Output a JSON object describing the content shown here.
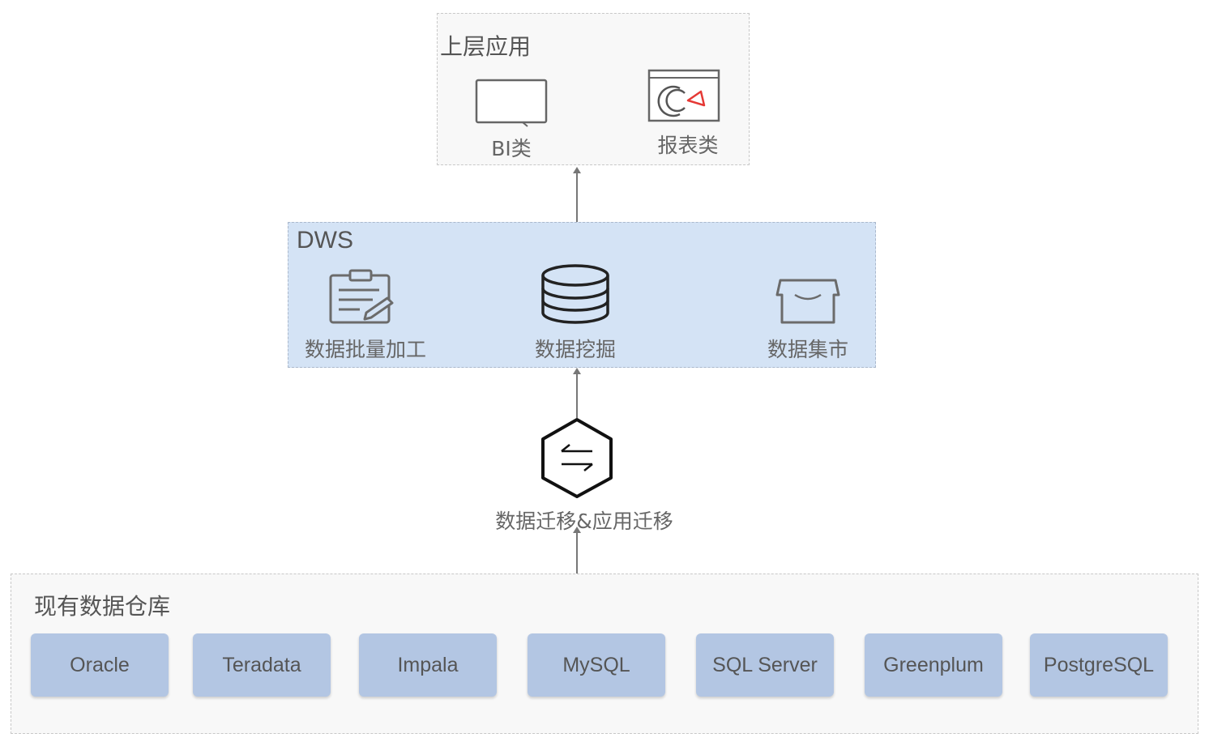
{
  "upper_app": {
    "title": "上层应用",
    "items": [
      {
        "label": "BI类",
        "icon": "monitor-icon"
      },
      {
        "label": "报表类",
        "icon": "pie-chart-report-icon"
      }
    ]
  },
  "dws": {
    "title": "DWS",
    "items": [
      {
        "label": "数据批量加工",
        "icon": "clipboard-edit-icon"
      },
      {
        "label": "数据挖掘",
        "icon": "database-icon"
      },
      {
        "label": "数据集市",
        "icon": "store-icon"
      }
    ]
  },
  "migration": {
    "label": "数据迁移&应用迁移",
    "icon": "exchange-arrows-hexagon-icon"
  },
  "existing_dw": {
    "title": "现有数据仓库",
    "databases": [
      "Oracle",
      "Teradata",
      "Impala",
      "MySQL",
      "SQL Server",
      "Greenplum",
      "PostgreSQL"
    ]
  },
  "colors": {
    "dws_fill": "#d4e3f5",
    "db_button_fill": "#b3c6e3",
    "report_accent": "#e53935"
  }
}
